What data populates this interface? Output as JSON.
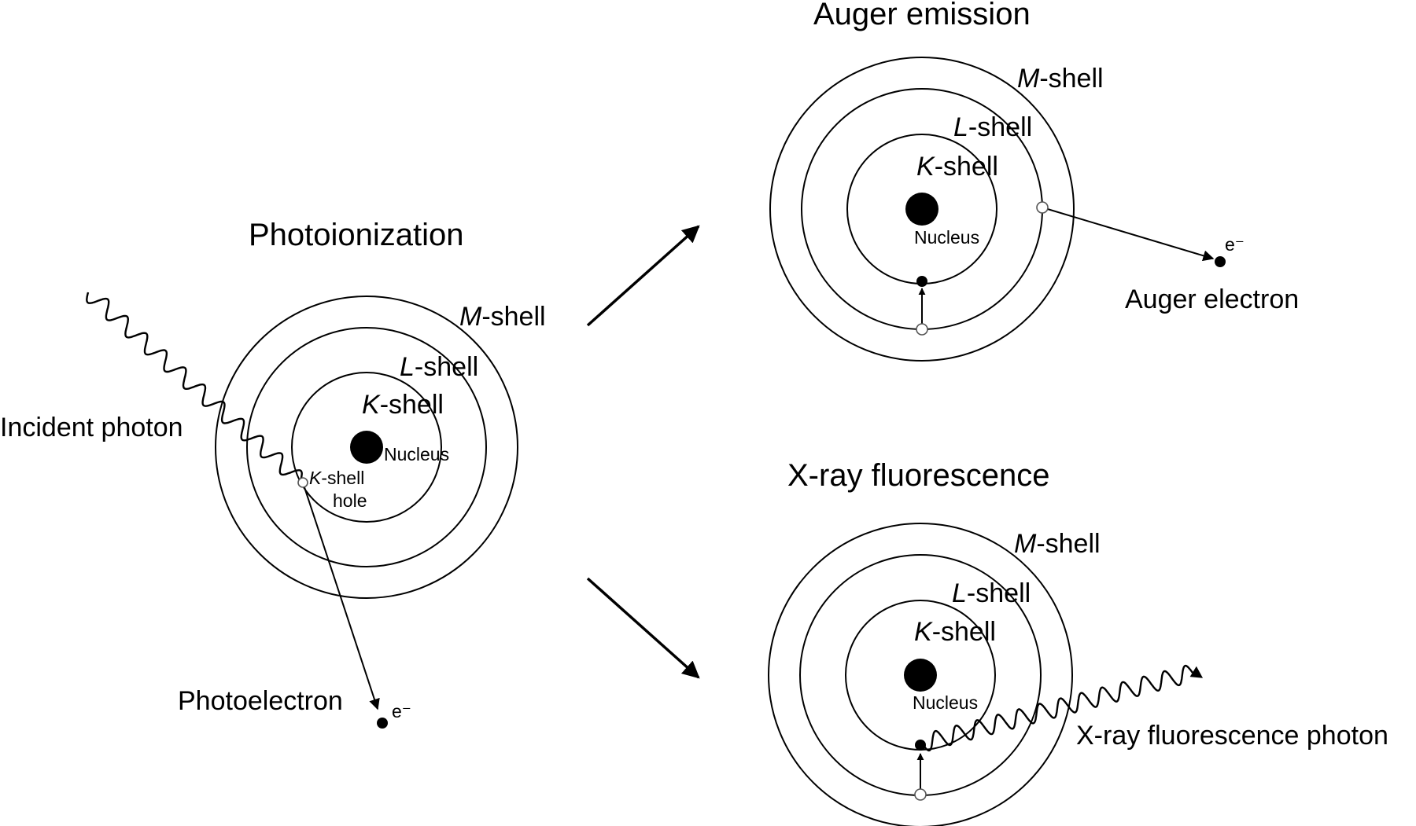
{
  "photoionization": {
    "title": "Photoionization",
    "m_shell": "M",
    "l_shell": "L",
    "k_shell": "K",
    "shell_suffix": "-shell",
    "nucleus": "Nucleus",
    "hole_k": "K",
    "hole_shell": "-shell",
    "hole_word": "hole",
    "incident_photon": "Incident photon",
    "photoelectron": "Photoelectron",
    "electron_symbol": "e⁻"
  },
  "auger": {
    "title": "Auger emission",
    "m_shell": "M",
    "l_shell": "L",
    "k_shell": "K",
    "shell_suffix": "-shell",
    "nucleus": "Nucleus",
    "electron_symbol": "e⁻",
    "auger_electron": "Auger electron"
  },
  "xrf": {
    "title": "X-ray fluorescence",
    "m_shell": "M",
    "l_shell": "L",
    "k_shell": "K",
    "shell_suffix": "-shell",
    "nucleus": "Nucleus",
    "fluorescence_photon": "X-ray fluorescence photon"
  }
}
